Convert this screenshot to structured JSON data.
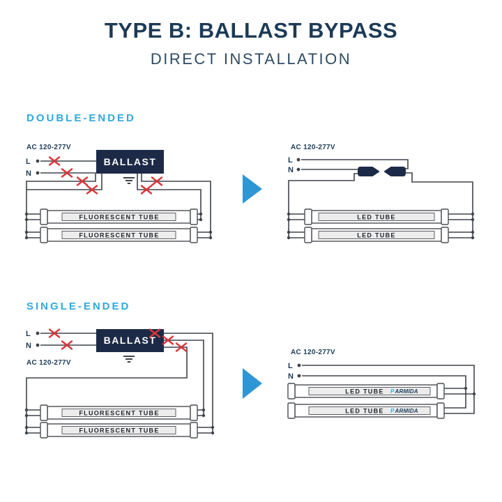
{
  "header": {
    "title": "TYPE B: BALLAST BYPASS",
    "subtitle": "DIRECT INSTALLATION"
  },
  "sections": {
    "double": {
      "label": "DOUBLE-ENDED",
      "before": {
        "voltage": "AC 120-277V",
        "line": "L",
        "neutral": "N",
        "ballast": "BALLAST",
        "tube1": "FLUORESCENT TUBE",
        "tube2": "FLUORESCENT TUBE"
      },
      "after": {
        "voltage": "AC 120-277V",
        "line": "L",
        "neutral": "N",
        "tube1": "LED TUBE",
        "tube2": "LED TUBE"
      }
    },
    "single": {
      "label": "SINGLE-ENDED",
      "before": {
        "voltage": "AC 120-277V",
        "line": "L",
        "neutral": "N",
        "ballast": "BALLAST",
        "tube1": "FLUORESCENT TUBE",
        "tube2": "FLUORESCENT TUBE"
      },
      "after": {
        "voltage": "AC 120-277V",
        "line": "L",
        "neutral": "N",
        "tube1": "LED TUBE",
        "tube2": "LED TUBE",
        "brand_p": "P",
        "brand_rest": "ARMIDA"
      }
    }
  },
  "colors": {
    "navy": "#1c3a57",
    "navy2": "#2d4a63",
    "cyan": "#2fa9dc",
    "red": "#d9363a",
    "wire": "#3f434a",
    "tubeborder": "#4a4d52",
    "tubefill": "#ececec",
    "ballast": "#1d2a47",
    "arrow": "#2e96d4"
  }
}
